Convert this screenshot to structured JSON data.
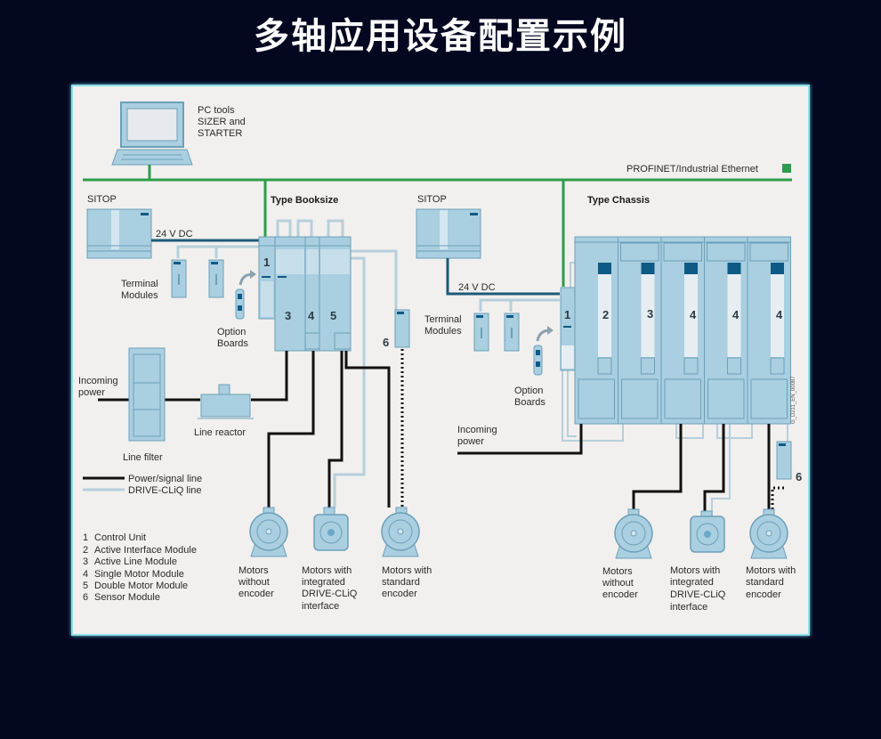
{
  "title": "多轴应用设备配置示例",
  "colors": {
    "background": "#030720",
    "panel": "#f1f0ee",
    "panel_border": "#8fe0e8",
    "profinet_line": "#2e9c4a",
    "dc_line": "#1d5a7a",
    "power_line": "#111111",
    "cliq_line": "#b6cfdc",
    "device_fill": "#a9cfe0",
    "device_stroke": "#6d9fb8",
    "indicator": "#0e5a86"
  },
  "labels": {
    "pc_tools": [
      "PC tools",
      "SIZER and",
      "STARTER"
    ],
    "profinet": "PROFINET/Industrial Ethernet",
    "sitop_left": "SITOP",
    "sitop_right": "SITOP",
    "dc_left": "24 V DC",
    "dc_right": "24 V DC",
    "type_booksize": "Type Booksize",
    "type_chassis": "Type Chassis",
    "terminal_modules_left": [
      "Terminal",
      "Modules"
    ],
    "terminal_modules_right": [
      "Terminal",
      "Modules"
    ],
    "option_boards_left": [
      "Option",
      "Boards"
    ],
    "option_boards_right": [
      "Option",
      "Boards"
    ],
    "incoming_power_left": [
      "Incoming",
      "power"
    ],
    "incoming_power_right": [
      "Incoming",
      "power"
    ],
    "line_filter": "Line filter",
    "line_reactor": "Line reactor",
    "sensor_left": "6",
    "sensor_right": "6",
    "drawing_id": "G_D211_EN_00087"
  },
  "booksize_modules": [
    "1",
    "3",
    "4",
    "5"
  ],
  "chassis_modules": [
    "1",
    "2",
    "3",
    "4",
    "4",
    "4"
  ],
  "line_legend": [
    {
      "style": "power",
      "label": "Power/signal line"
    },
    {
      "style": "cliq",
      "label": "DRIVE-CLiQ line"
    }
  ],
  "module_legend": [
    {
      "num": "1",
      "label": "Control Unit"
    },
    {
      "num": "2",
      "label": "Active Interface Module"
    },
    {
      "num": "3",
      "label": "Active Line Module"
    },
    {
      "num": "4",
      "label": "Single Motor Module"
    },
    {
      "num": "5",
      "label": "Double Motor Module"
    },
    {
      "num": "6",
      "label": "Sensor Module"
    }
  ],
  "motors_left": [
    {
      "type": "plain",
      "label": [
        "Motors",
        "without",
        "encoder"
      ]
    },
    {
      "type": "cliq",
      "label": [
        "Motors with",
        "integrated",
        "DRIVE-CLiQ",
        "interface"
      ]
    },
    {
      "type": "plain",
      "label": [
        "Motors with",
        "standard",
        "encoder"
      ]
    }
  ],
  "motors_right": [
    {
      "type": "plain",
      "label": [
        "Motors",
        "without",
        "encoder"
      ]
    },
    {
      "type": "cliq",
      "label": [
        "Motors with",
        "integrated",
        "DRIVE-CLiQ",
        "interface"
      ]
    },
    {
      "type": "plain",
      "label": [
        "Motors with",
        "standard",
        "encoder"
      ]
    }
  ]
}
